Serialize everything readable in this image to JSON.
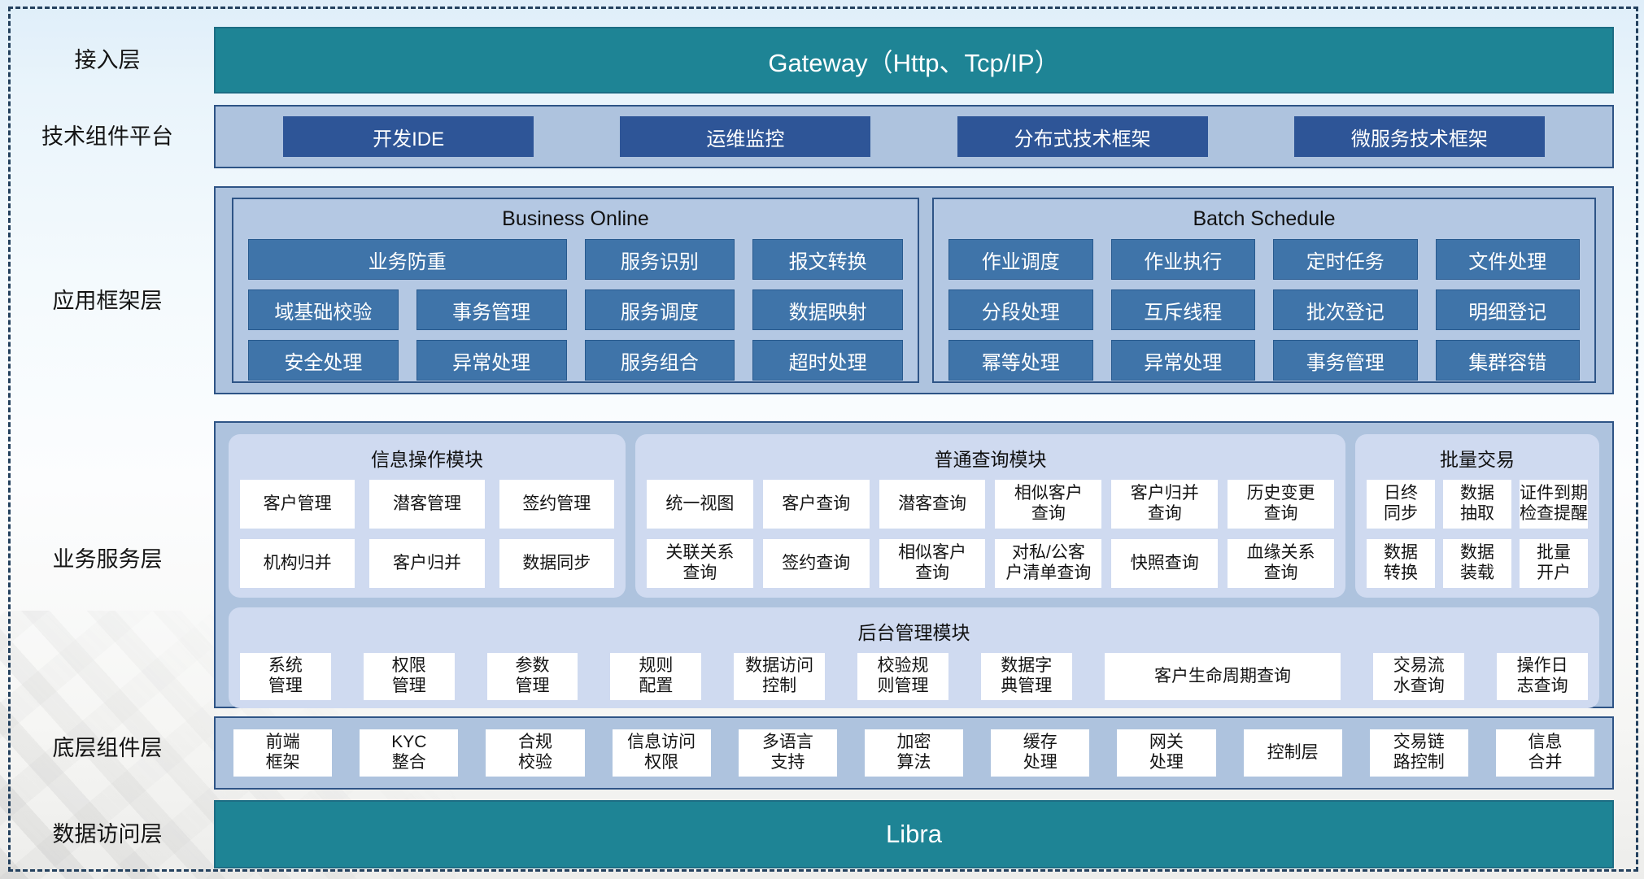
{
  "colors": {
    "teal": "#1e8495",
    "navy": "#2e5597",
    "blue": "#3f74a9",
    "panel": "#aec3de",
    "card": "#cfdaf0"
  },
  "access_layer": {
    "label": "接入层",
    "bar": "Gateway（Http、Tcp/IP）"
  },
  "tech_platform": {
    "label": "技术组件平台",
    "buttons": [
      "开发IDE",
      "运维监控",
      "分布式技术框架",
      "微服务技术框架"
    ]
  },
  "app_framework": {
    "label": "应用框架层",
    "business_online": {
      "title": "Business Online",
      "row1": [
        "业务防重",
        "服务识别",
        "报文转换"
      ],
      "row2": [
        "域基础校验",
        "事务管理",
        "服务调度",
        "数据映射"
      ],
      "row3": [
        "安全处理",
        "异常处理",
        "服务组合",
        "超时处理"
      ]
    },
    "batch_schedule": {
      "title": "Batch Schedule",
      "rows": [
        [
          "作业调度",
          "作业执行",
          "定时任务",
          "文件处理"
        ],
        [
          "分段处理",
          "互斥线程",
          "批次登记",
          "明细登记"
        ],
        [
          "幂等处理",
          "异常处理",
          "事务管理",
          "集群容错"
        ]
      ]
    }
  },
  "business_service": {
    "label": "业务服务层",
    "info_module": {
      "title": "信息操作模块",
      "rows": [
        [
          "客户管理",
          "潜客管理",
          "签约管理"
        ],
        [
          "机构归并",
          "客户归并",
          "数据同步"
        ]
      ]
    },
    "query_module": {
      "title": "普通查询模块",
      "rows": [
        [
          "统一视图",
          "客户查询",
          "潜客查询",
          "相似客户\n查询",
          "客户归并\n查询",
          "历史变更\n查询"
        ],
        [
          "关联关系\n查询",
          "签约查询",
          "相似客户\n查询",
          "对私/公客\n户清单查询",
          "快照查询",
          "血缘关系\n查询"
        ]
      ]
    },
    "batch_module": {
      "title": "批量交易",
      "rows": [
        [
          "日终\n同步",
          "数据\n抽取",
          "证件到期\n检查提醒"
        ],
        [
          "数据\n转换",
          "数据\n装载",
          "批量\n开户"
        ]
      ]
    },
    "admin_module": {
      "title": "后台管理模块",
      "items": [
        "系统\n管理",
        "权限\n管理",
        "参数\n管理",
        "规则\n配置",
        "数据访问\n控制",
        "校验规\n则管理",
        "数据字\n典管理",
        "客户生命周期查询",
        "交易流\n水查询",
        "操作日\n志查询"
      ]
    }
  },
  "base_components": {
    "label": "底层组件层",
    "items": [
      "前端\n框架",
      "KYC\n整合",
      "合规\n校验",
      "信息访问\n权限",
      "多语言\n支持",
      "加密\n算法",
      "缓存\n处理",
      "网关\n处理",
      "控制层",
      "交易链\n路控制",
      "信息\n合并"
    ]
  },
  "data_access": {
    "label": "数据访问层",
    "bar": "Libra"
  }
}
